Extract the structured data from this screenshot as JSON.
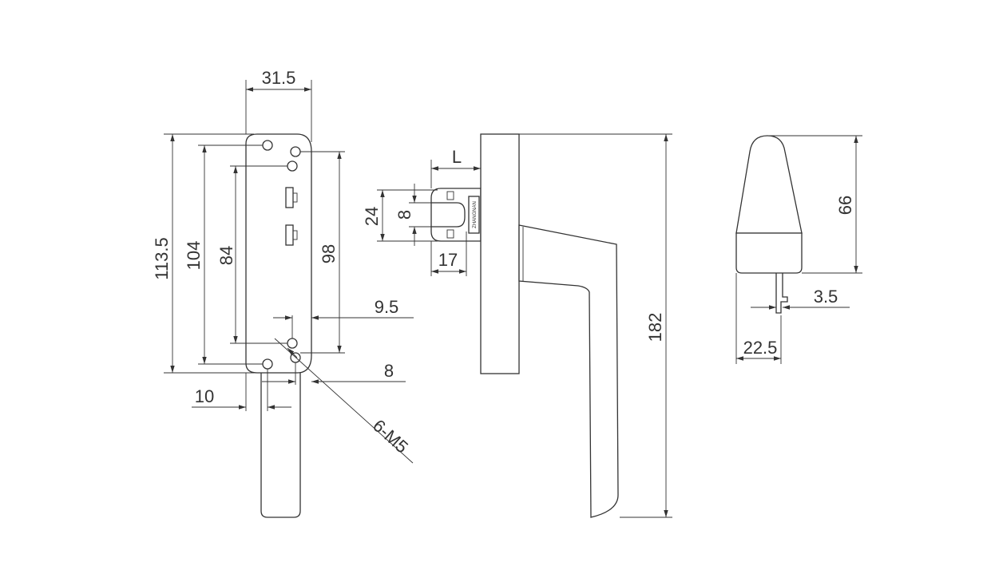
{
  "dimensions": {
    "width_31_5": "31.5",
    "height_113_5": "113.5",
    "height_104": "104",
    "height_84": "84",
    "height_98": "98",
    "offset_9_5": "9.5",
    "offset_8": "8",
    "offset_10": "10",
    "thread_6_m5": "6-M5",
    "spindle_l": "L",
    "spindle_24": "24",
    "spindle_8": "8",
    "spindle_17": "17",
    "handle_182": "182",
    "cap_66": "66",
    "cap_3_5": "3.5",
    "cap_22_5": "22.5"
  },
  "marking": "ZHANGNAN"
}
